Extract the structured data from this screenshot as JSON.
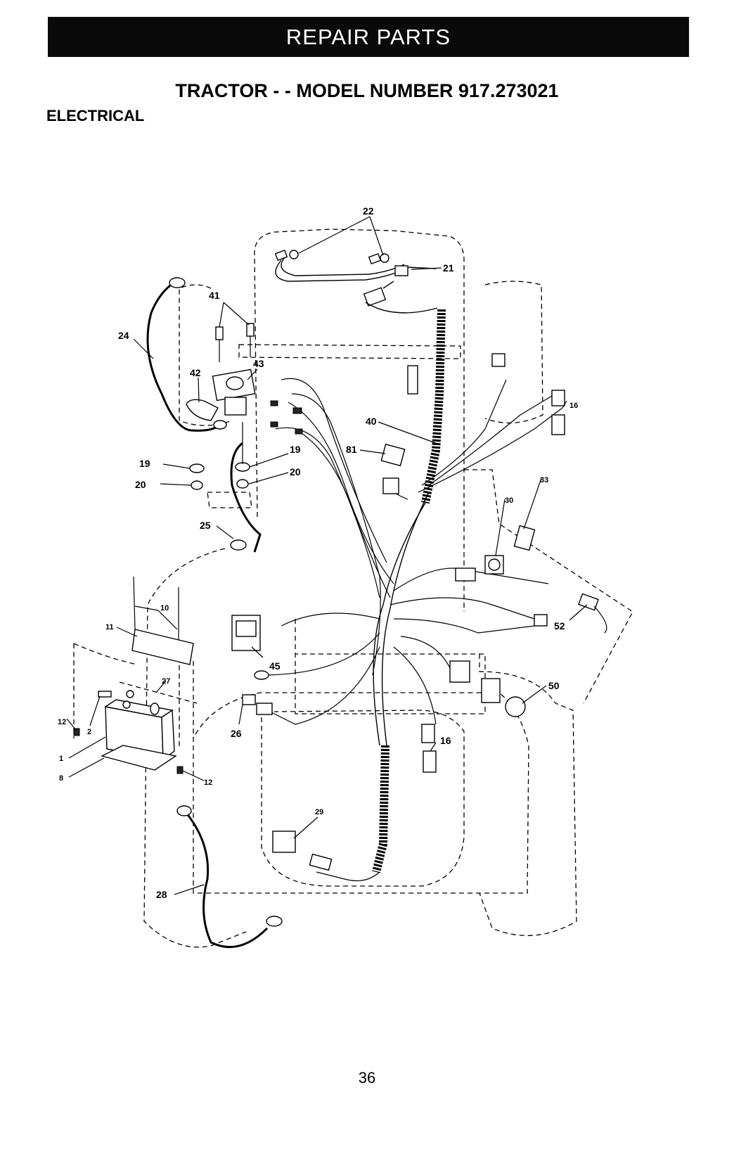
{
  "header": {
    "banner": "REPAIR PARTS"
  },
  "subtitle": "TRACTOR - - MODEL NUMBER 917.273021",
  "section_title": "ELECTRICAL",
  "page_number": "36",
  "callouts": {
    "c22": "22",
    "c21": "21",
    "c41": "41",
    "c24": "24",
    "c42": "42",
    "c43": "43",
    "c40": "40",
    "c16a": "16",
    "c19a": "19",
    "c81": "81",
    "c19b": "19",
    "c20a": "20",
    "c20b": "20",
    "c33": "33",
    "c30": "30",
    "c25": "25",
    "c10": "10",
    "c11": "11",
    "c52": "52",
    "c45": "45",
    "c27": "27",
    "c50": "50",
    "c12a": "12",
    "c2": "2",
    "c1": "1",
    "c8": "8",
    "c26": "26",
    "c16b": "16",
    "c12b": "12",
    "c29": "29",
    "c28": "28"
  }
}
